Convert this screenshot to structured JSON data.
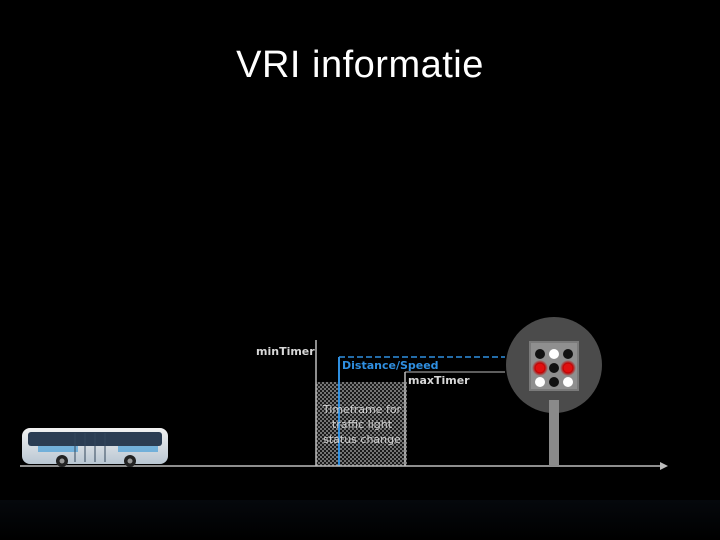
{
  "slide": {
    "title": "VRI informatie"
  },
  "diagram": {
    "min_timer_label": "minTimer",
    "max_timer_label": "maxTimer",
    "distance_speed_label": "Distance/Speed",
    "timeframe_lines": [
      "Timeframe for",
      "traffic light",
      "status change"
    ]
  },
  "colors": {
    "background": "#000000",
    "title": "#ffffff",
    "accent_blue": "#2f8fe0",
    "signal_red": "#e01010",
    "signal_box": "#7a7a7a"
  },
  "icons": [
    "bus-icon",
    "traffic-light-icon"
  ]
}
